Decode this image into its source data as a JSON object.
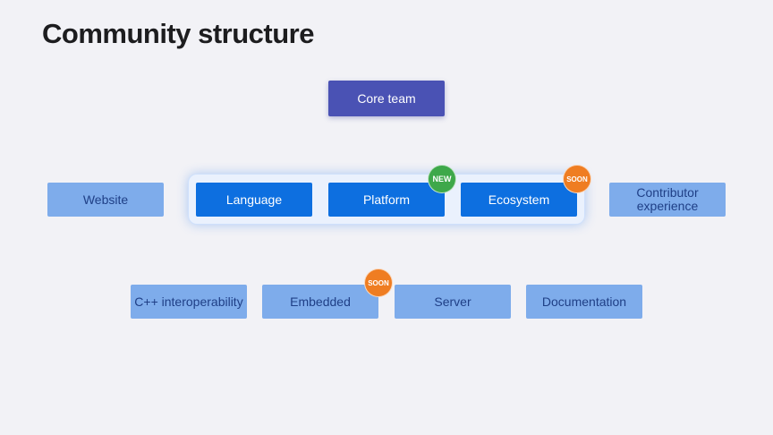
{
  "title": "Community structure",
  "core": {
    "label": "Core team"
  },
  "workgroups": {
    "website": "Website",
    "language": "Language",
    "platform": "Platform",
    "ecosystem": "Ecosystem",
    "contributor": "Contributor experience"
  },
  "badges": {
    "platform": "NEW",
    "ecosystem": "SOON",
    "embedded": "SOON"
  },
  "groups": {
    "cpp": "C++ interoperability",
    "embedded": "Embedded",
    "server": "Server",
    "documentation": "Documentation"
  },
  "colors": {
    "core": "#4a52b4",
    "steering": "#0d6fe0",
    "workgroup": "#7eaceb",
    "new_badge": "#3ea84a",
    "soon_badge": "#ef7d22"
  }
}
